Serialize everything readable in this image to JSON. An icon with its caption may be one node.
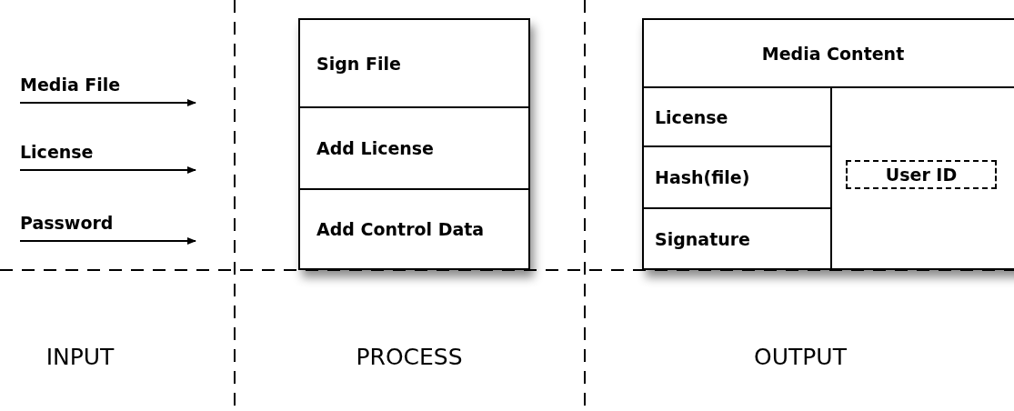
{
  "diagram": {
    "nodes": [
      {
        "text": [
          "Media File"
        ]
      },
      {
        "text": [
          "License"
        ]
      },
      {
        "text": [
          "Password"
        ]
      },
      {
        "text": [],
        "shape": "box"
      },
      {
        "text": [
          "Sign File"
        ],
        "in": 3
      },
      {
        "text": [
          "Add License"
        ],
        "in": 3
      },
      {
        "text": [
          "Add Control Data"
        ],
        "in": 3
      },
      {
        "text": [],
        "shape": "box"
      },
      {
        "text": [
          "Media Content"
        ],
        "in": 7
      },
      {
        "text": [
          "License"
        ],
        "in": 7
      },
      {
        "text": [
          "Hash(file)"
        ],
        "in": 7
      },
      {
        "text": [
          "Signature"
        ],
        "in": 7
      },
      {
        "text": [
          "User ID"
        ],
        "in": 7
      }
    ],
    "edges": [
      {
        "from": 0,
        "to": null,
        "arrow": "to"
      },
      {
        "from": 1,
        "to": null,
        "arrow": "to"
      },
      {
        "from": 2,
        "to": null,
        "arrow": "to"
      }
    ],
    "labels": [
      "INPUT",
      "PROCESS",
      "OUTPUT"
    ]
  }
}
